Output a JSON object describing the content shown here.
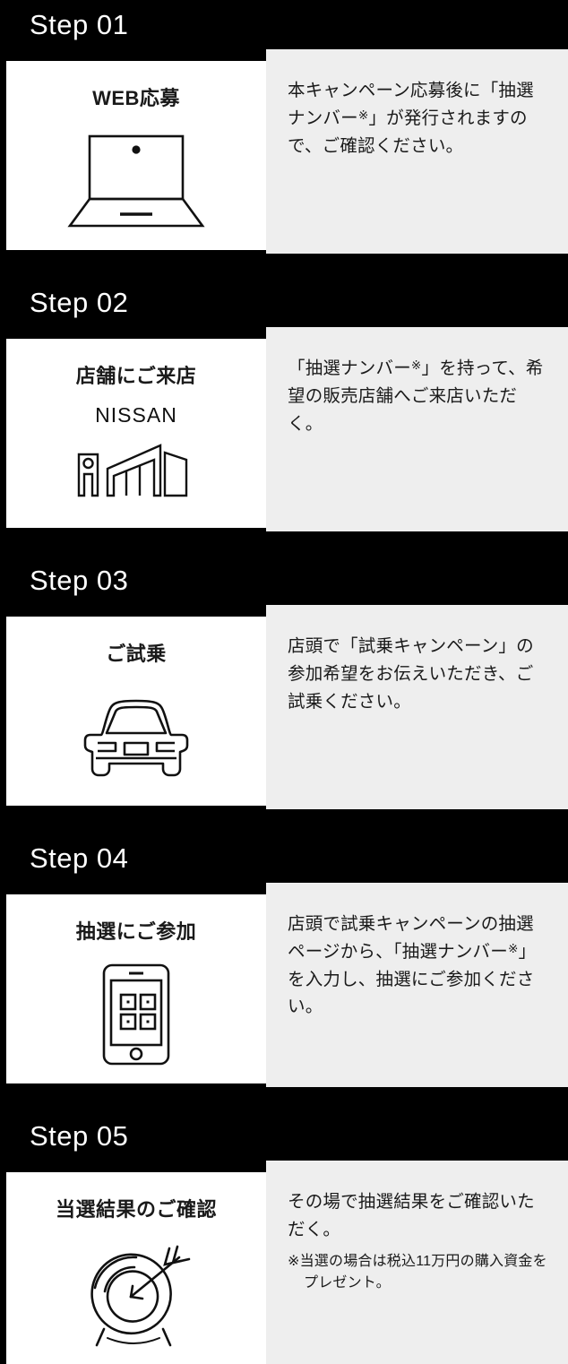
{
  "page": {
    "background_color": "#000000",
    "card_color": "#ffffff",
    "panel_color": "#eeeeee",
    "text_color": "#1a1a1a"
  },
  "steps": [
    {
      "label": "Step 01",
      "title": "WEB応募",
      "icon": "laptop-icon",
      "brand_word": "",
      "description_parts": [
        "本キャンペーン応募後に「抽選ナンバー",
        "※",
        "」が発行されますので、ご確認ください。"
      ],
      "description": "本キャンペーン応募後に「抽選ナンバー※」が発行されますので、ご確認ください。",
      "note": ""
    },
    {
      "label": "Step 02",
      "title": "店舗にご来店",
      "icon": "dealership-building-icon",
      "brand_word": "NISSAN",
      "description_parts": [
        "「抽選ナンバー",
        "※",
        "」を持って、希望の販売店舗へご来店いただく。"
      ],
      "description": "「抽選ナンバー※」を持って、希望の販売店舗へご来店いただく。",
      "note": ""
    },
    {
      "label": "Step 03",
      "title": "ご試乗",
      "icon": "car-front-icon",
      "brand_word": "",
      "description_parts": [
        "店頭で「試乗キャンペーン」の参加希望をお伝えいただき、ご試乗ください。",
        "",
        ""
      ],
      "description": "店頭で「試乗キャンペーン」の参加希望をお伝えいただき、ご試乗ください。",
      "note": ""
    },
    {
      "label": "Step 04",
      "title": "抽選にご参加",
      "icon": "smartphone-qr-icon",
      "brand_word": "",
      "description_parts": [
        "店頭で試乗キャンペーンの抽選ページから、「抽選ナンバー",
        "※",
        "」を入力し、抽選にご参加ください。"
      ],
      "description": "店頭で試乗キャンペーンの抽選ページから、「抽選ナンバー※」を入力し、抽選にご参加ください。",
      "note": ""
    },
    {
      "label": "Step 05",
      "title": "当選結果のご確認",
      "icon": "target-arrow-icon",
      "brand_word": "",
      "description_parts": [
        "その場で抽選結果をご確認いただく。",
        "",
        ""
      ],
      "description": "その場で抽選結果をご確認いただく。",
      "note": "※当選の場合は税込11万円の購入資金をプレゼント。"
    }
  ]
}
